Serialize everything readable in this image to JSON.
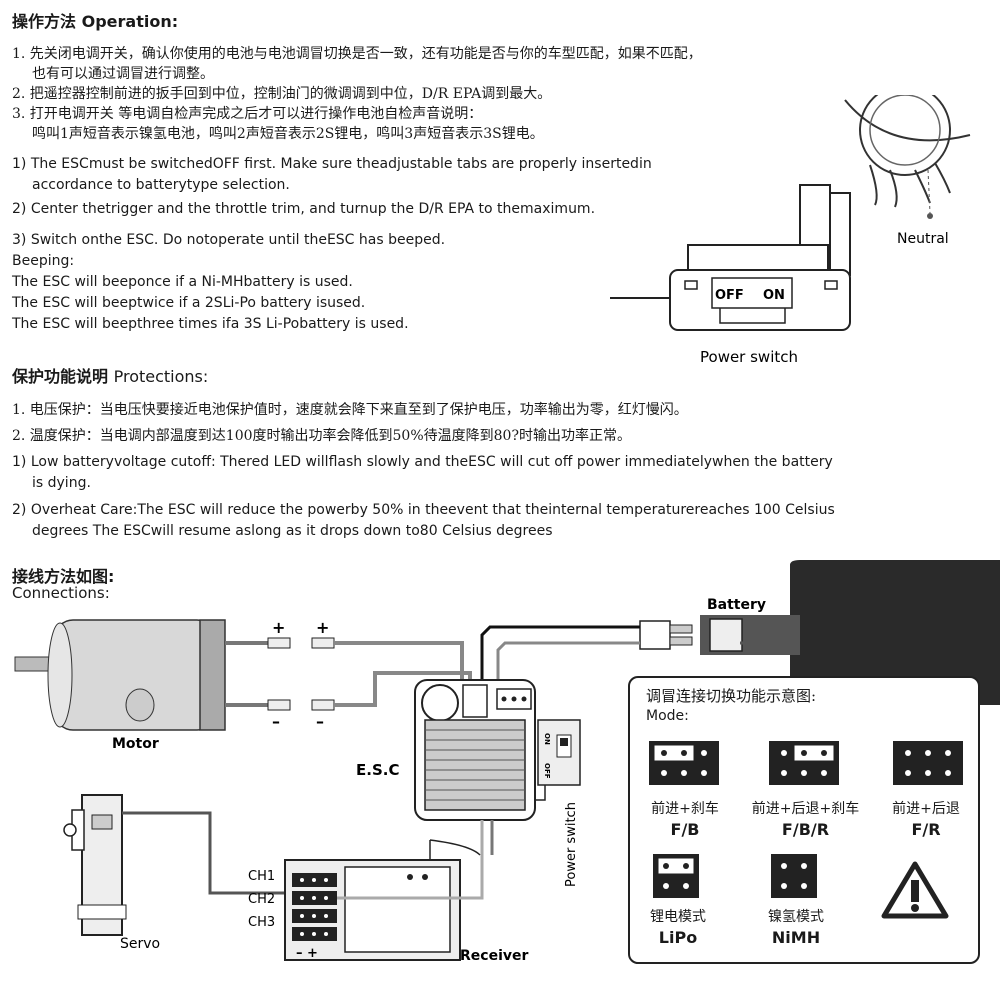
{
  "operation": {
    "title_zh": "操作方法",
    "title_en": "Operation:",
    "zh_lines": [
      "1. 先关闭电调开关，确认你使用的电池与电池调冒切换是否一致，还有功能是否与你的车型匹配，如果不匹配，",
      "也有可以通过调冒进行调整。",
      "2. 把遥控器控制前进的扳手回到中位，控制油门的微调调到中位，D/R  EPA调到最大。",
      "3. 打开电调开关 等电调自检声完成之后才可以进行操作电池自检声音说明：",
      "鸣叫1声短音表示镍氢电池，鸣叫2声短音表示2S锂电，鸣叫3声短音表示3S锂电。"
    ],
    "en_lines": [
      "1) The ESCmust be switchedOFF first. Make sure theadjustable tabs are properly insertedin",
      "accordance to batterytype selection.",
      "2) Center thetrigger and the throttle trim, and turnup the D/R EPA to themaximum.",
      "3) Switch onthe ESC. Do notoperate until theESC has beeped.",
      "Beeping:",
      "The ESC will beeponce if a Ni-MHbattery is used.",
      "The ESC will beeptwice if a 2SLi-Po battery isused.",
      "The ESC will beepthree times ifa 3S Li-Pobattery is used."
    ]
  },
  "power_switch": {
    "off_label": "OFF",
    "on_label": "ON",
    "caption": "Power switch",
    "neutral_label": "Neutral"
  },
  "protections": {
    "title_zh": "保护功能说明",
    "title_en": "Protections:",
    "zh_lines": [
      "1. 电压保护：当电压快要接近电池保护值时，速度就会降下来直至到了保护电压，功率输出为零，红灯慢闪。",
      "2. 温度保护：当电调内部温度到达100度时输出功率会降低到50%待温度降到80?时输出功率正常。"
    ],
    "en_lines": [
      "1) Low batteryvoltage cutoff: Thered LED willflash slowly and theESC will cut off power immediatelywhen the battery",
      "is dying.",
      "2) Overheat Care:The ESC will reduce the powerby 50% in theevent that theinternal temperaturereaches 100 Celsius",
      "degrees The ESCwill resume aslong as it drops down to80 Celsius degrees"
    ]
  },
  "connections": {
    "title_zh": "接线方法如图:",
    "title_en": "Connections:",
    "motor_label": "Motor",
    "esc_label": "E.S.C",
    "servo_label": "Servo",
    "receiver_label": "Receiver",
    "battery_label": "Battery",
    "power_switch_label": "Power switch",
    "esc_on": "ON",
    "esc_off": "OFF",
    "plus": "+",
    "minus": "–",
    "channels": [
      "CH1",
      "CH2",
      "CH3"
    ],
    "rx_polarity": "– +"
  },
  "mode_panel": {
    "title_zh": "调冒连接切换功能示意图:",
    "title_en": "Mode:",
    "modes": [
      {
        "zh": "前进+刹车",
        "code": "F/B"
      },
      {
        "zh": "前进+后退+刹车",
        "code": "F/B/R"
      },
      {
        "zh": "前进+后退",
        "code": "F/R"
      },
      {
        "zh": "锂电模式",
        "code": "LiPo"
      },
      {
        "zh": "镍氢模式",
        "code": "NiMH"
      }
    ],
    "warning_icon": "warning-triangle-icon"
  }
}
